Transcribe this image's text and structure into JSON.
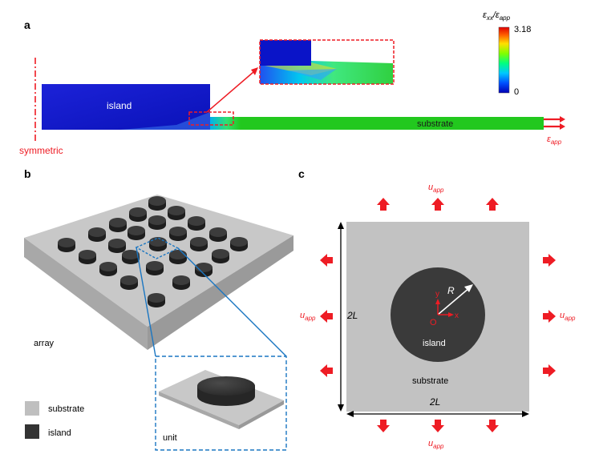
{
  "panels": {
    "a": {
      "label": "a",
      "island_label": "island",
      "substrate_label": "substrate",
      "symmetric_label": "symmetric",
      "strain_label": {
        "base": "ε",
        "sub": "app"
      },
      "colorbar": {
        "title": {
          "num": "ε",
          "num_sub": "xx",
          "sep": "/ε",
          "den_sub": "app"
        },
        "max": "3.18",
        "min": "0"
      }
    },
    "b": {
      "label": "b",
      "array_label": "array",
      "unit_label": "unit",
      "legend": [
        {
          "label": "substrate",
          "color": "#bfbfbf"
        },
        {
          "label": "island",
          "color": "#333333"
        }
      ]
    },
    "c": {
      "label": "c",
      "u_label": {
        "base": "u",
        "sub": "app"
      },
      "side_label": "2L",
      "radius_label": "R",
      "origin_label": "O",
      "x_label": "x",
      "y_label": "y",
      "island_label": "island",
      "substrate_label": "substrate"
    }
  },
  "colors": {
    "red": "#ee1c24",
    "blue_island": "#0a14c8",
    "green_substrate": "#22c81e",
    "dashed_blue": "#1a76c2",
    "square_gray": "#c2c2c2",
    "island_dark": "#3a3a3a"
  }
}
